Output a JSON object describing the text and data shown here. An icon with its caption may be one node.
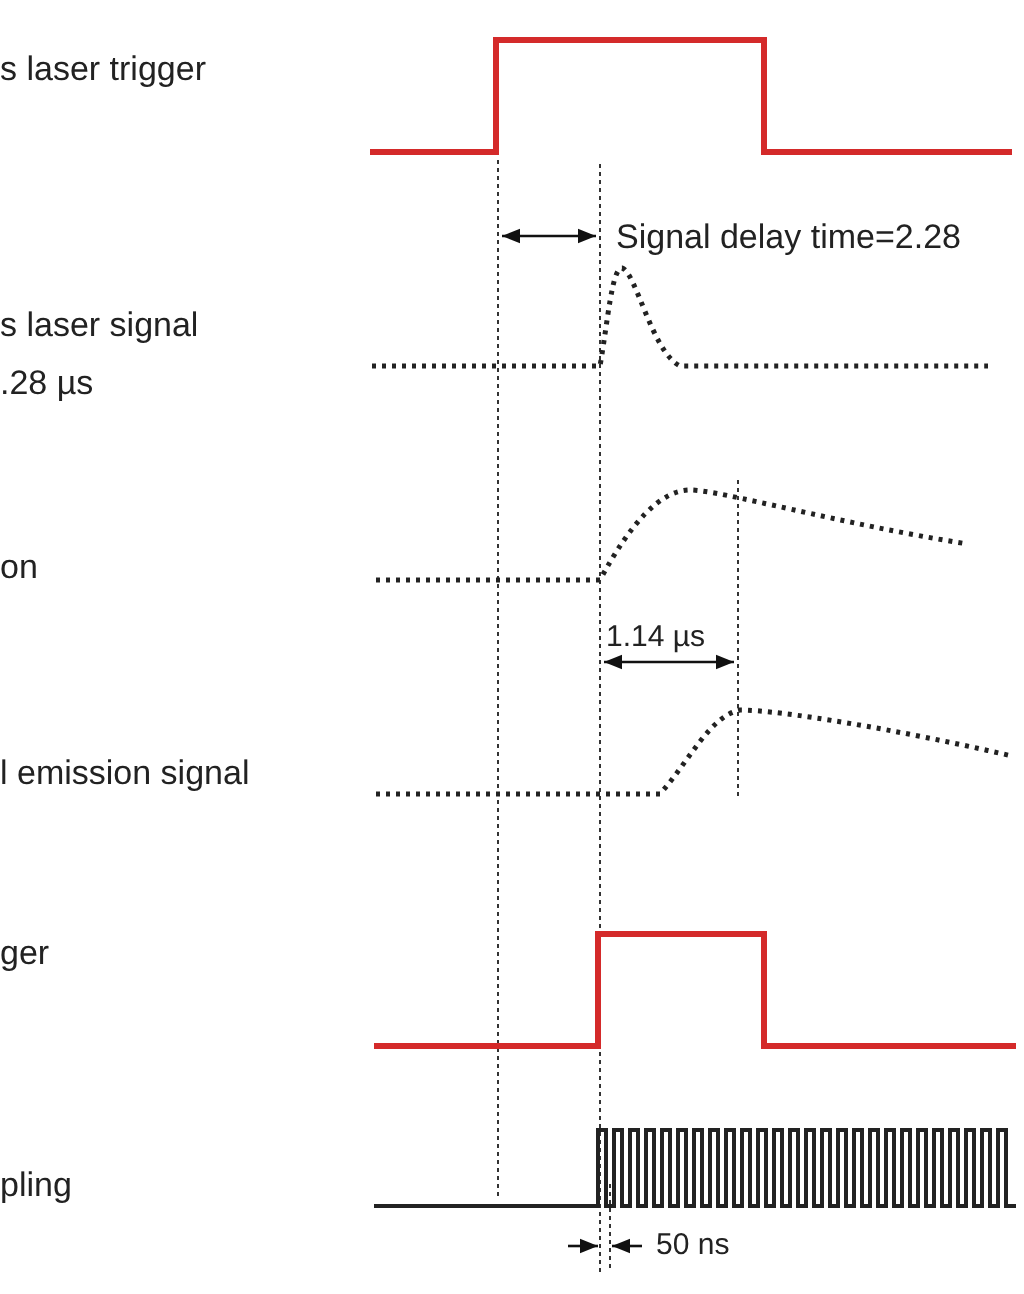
{
  "diagram": {
    "labels": [
      "s laser trigger",
      "Signal delay time=2.28",
      "s laser signal",
      ".28 µs",
      "on",
      "1.14 µs",
      "l emission signal",
      "ger",
      "pling",
      "50 ns"
    ]
  }
}
